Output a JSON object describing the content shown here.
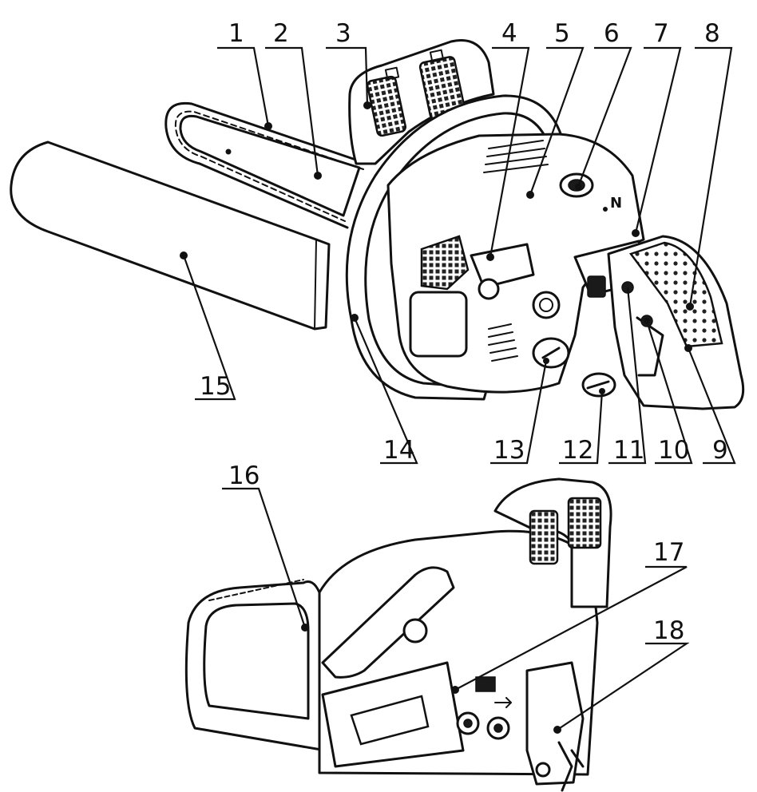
{
  "diagram": {
    "figure_a": {
      "callouts": [
        {
          "id": "callout-1",
          "label": "1"
        },
        {
          "id": "callout-2",
          "label": "2"
        },
        {
          "id": "callout-3",
          "label": "3"
        },
        {
          "id": "callout-4",
          "label": "4"
        },
        {
          "id": "callout-5",
          "label": "5"
        },
        {
          "id": "callout-6",
          "label": "6"
        },
        {
          "id": "callout-7",
          "label": "7"
        },
        {
          "id": "callout-8",
          "label": "8"
        },
        {
          "id": "callout-9",
          "label": "9"
        },
        {
          "id": "callout-10",
          "label": "10"
        },
        {
          "id": "callout-11",
          "label": "11"
        },
        {
          "id": "callout-12",
          "label": "12"
        },
        {
          "id": "callout-13",
          "label": "13"
        },
        {
          "id": "callout-14",
          "label": "14"
        },
        {
          "id": "callout-15",
          "label": "15"
        }
      ]
    },
    "figure_b": {
      "callouts": [
        {
          "id": "callout-16",
          "label": "16"
        },
        {
          "id": "callout-17",
          "label": "17"
        },
        {
          "id": "callout-18",
          "label": "18"
        }
      ]
    }
  }
}
